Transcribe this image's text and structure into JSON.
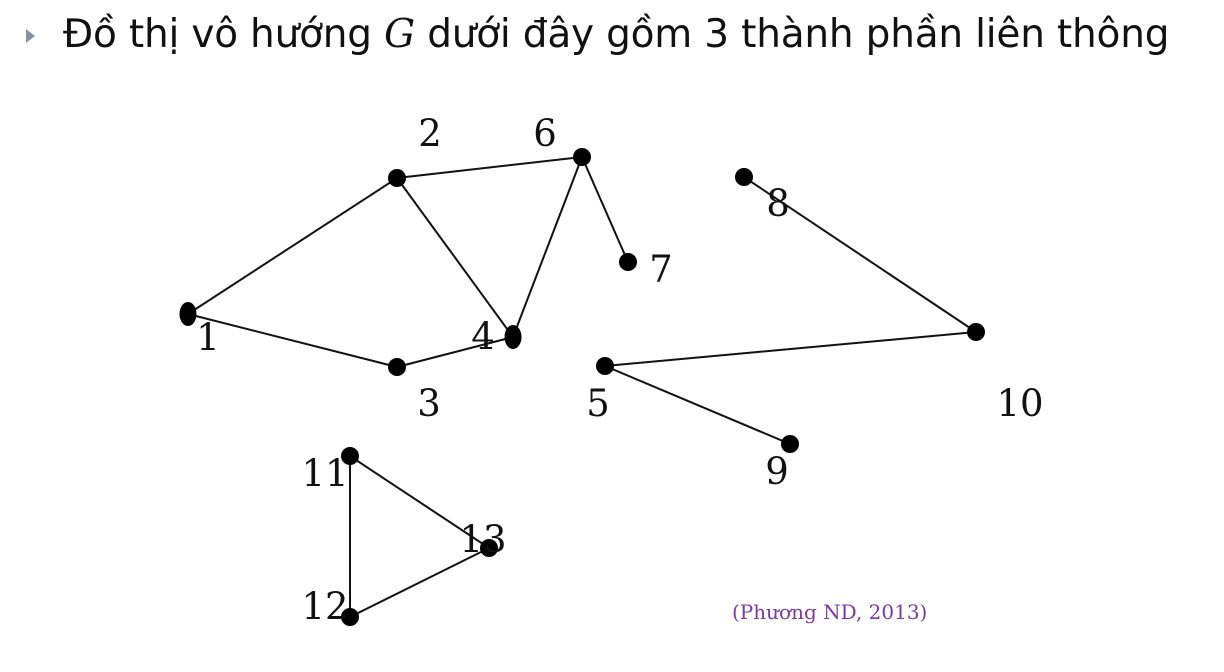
{
  "heading": {
    "bullet_icon": "triangle-right-icon",
    "text_before": "Đồ thị vô hướng ",
    "variable": "G",
    "text_after": " dưới đây gồm 3 thành phần liên thông"
  },
  "graph": {
    "directed": false,
    "vertices": [
      "1",
      "2",
      "3",
      "4",
      "5",
      "6",
      "7",
      "8",
      "9",
      "10",
      "11",
      "12",
      "13"
    ],
    "edges": [
      [
        "1",
        "2"
      ],
      [
        "1",
        "3"
      ],
      [
        "3",
        "4"
      ],
      [
        "2",
        "4"
      ],
      [
        "2",
        "6"
      ],
      [
        "6",
        "4"
      ],
      [
        "6",
        "7"
      ],
      [
        "8",
        "10"
      ],
      [
        "10",
        "5"
      ],
      [
        "5",
        "9"
      ],
      [
        "11",
        "12"
      ],
      [
        "11",
        "13"
      ],
      [
        "12",
        "13"
      ]
    ]
  },
  "citation": "(Phương ND, 2013)",
  "colors": {
    "text": "#111111",
    "citation": "#7a3aa6",
    "bullet": "#8a8fa8",
    "edge": "#111111",
    "vertex": "#000000"
  }
}
